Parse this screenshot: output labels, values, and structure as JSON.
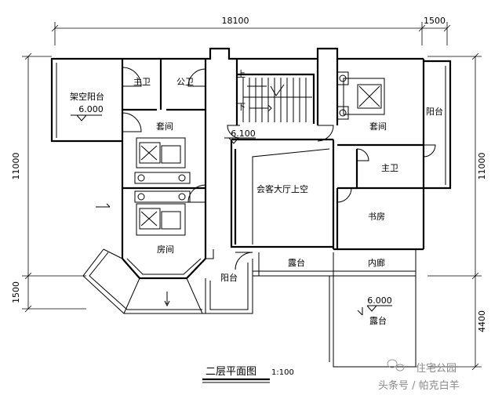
{
  "dimensions": {
    "top_width": "18100",
    "top_right": "1500",
    "left_height": "11000",
    "right_height": "11000",
    "left_bottom": "1500",
    "right_bottom": "4400"
  },
  "rooms": {
    "balcony_overhead": "架空阳台",
    "master_bath_left": "主卫",
    "public_bath": "公卫",
    "up": "上",
    "down": "下",
    "suite_left": "套间",
    "suite_right": "套间",
    "balcony_right": "阳台",
    "master_bath_right": "主卫",
    "living_void": "会客大厅上空",
    "study": "书房",
    "room": "房间",
    "terrace": "露台",
    "inner_corridor": "内廊",
    "balcony_bottom": "阳台",
    "terrace_bottom": "露台"
  },
  "elevations": {
    "balcony": "6.000",
    "corridor": "6.100",
    "terrace": "6.000"
  },
  "title": {
    "main": "二层平面图",
    "scale": "1:100"
  },
  "watermark": {
    "line1": "住宅公园",
    "line2": "头条号 / 帕克白羊"
  }
}
